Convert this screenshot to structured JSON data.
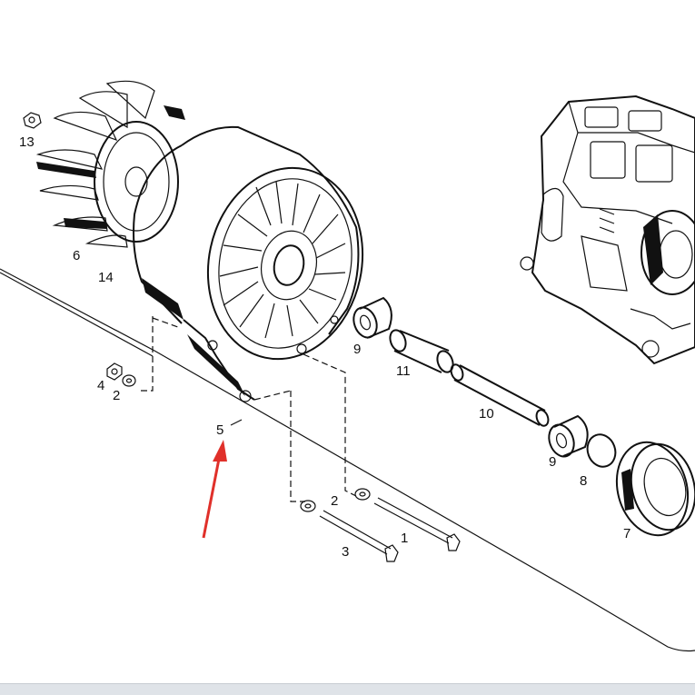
{
  "labels": {
    "p13": "13",
    "p6": "6",
    "p14": "14",
    "p4": "4",
    "p2a": "2",
    "p5": "5",
    "p9a": "9",
    "p11": "11",
    "p10": "10",
    "p9b": "9",
    "p8": "8",
    "p7": "7",
    "p2b": "2",
    "p1": "1",
    "p3": "3"
  },
  "colors": {
    "ink": "#111111",
    "arrow": "#e0302a",
    "background": "#ffffff"
  }
}
